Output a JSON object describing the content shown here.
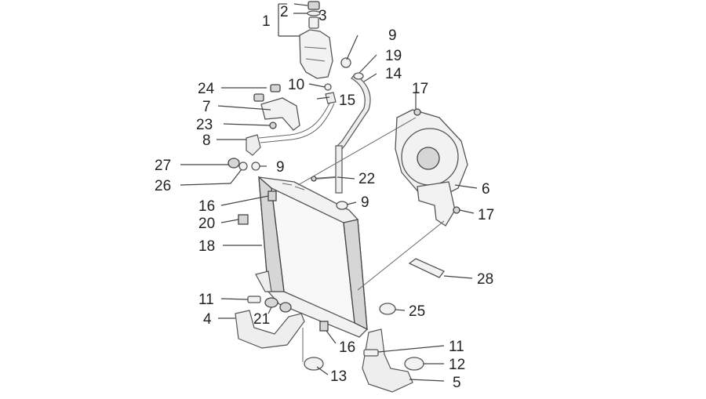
{
  "diagram": {
    "callouts": [
      {
        "id": "c1",
        "label": "1"
      },
      {
        "id": "c2",
        "label": "2"
      },
      {
        "id": "c3",
        "label": "3"
      },
      {
        "id": "c9a",
        "label": "9"
      },
      {
        "id": "c19",
        "label": "19"
      },
      {
        "id": "c14",
        "label": "14"
      },
      {
        "id": "c17a",
        "label": "17"
      },
      {
        "id": "c24",
        "label": "24"
      },
      {
        "id": "c10",
        "label": "10"
      },
      {
        "id": "c15",
        "label": "15"
      },
      {
        "id": "c7",
        "label": "7"
      },
      {
        "id": "c23",
        "label": "23"
      },
      {
        "id": "c8",
        "label": "8"
      },
      {
        "id": "c27",
        "label": "27"
      },
      {
        "id": "c9b",
        "label": "9"
      },
      {
        "id": "c26",
        "label": "26"
      },
      {
        "id": "c22",
        "label": "22"
      },
      {
        "id": "c6",
        "label": "6"
      },
      {
        "id": "c16a",
        "label": "16"
      },
      {
        "id": "c9c",
        "label": "9"
      },
      {
        "id": "c17b",
        "label": "17"
      },
      {
        "id": "c20",
        "label": "20"
      },
      {
        "id": "c18",
        "label": "18"
      },
      {
        "id": "c28",
        "label": "28"
      },
      {
        "id": "c11a",
        "label": "11"
      },
      {
        "id": "c25",
        "label": "25"
      },
      {
        "id": "c4",
        "label": "4"
      },
      {
        "id": "c21",
        "label": "21"
      },
      {
        "id": "c16b",
        "label": "16"
      },
      {
        "id": "c11b",
        "label": "11"
      },
      {
        "id": "c12",
        "label": "12"
      },
      {
        "id": "c13",
        "label": "13"
      },
      {
        "id": "c5",
        "label": "5"
      }
    ]
  }
}
